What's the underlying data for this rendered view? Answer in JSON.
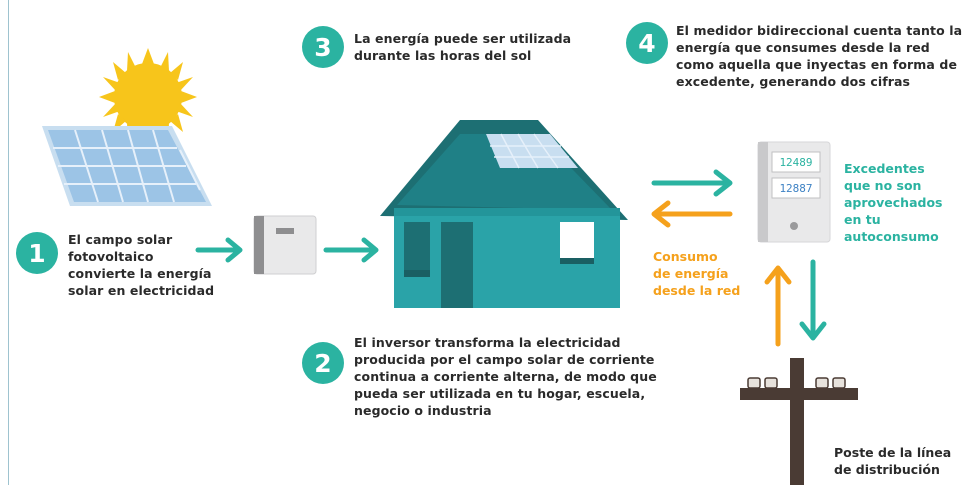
{
  "steps": [
    {
      "number": "1",
      "text": "El campo solar\nfotovoltaico\nconvierte la energía\nsolar en electricidad"
    },
    {
      "number": "2",
      "text": "El inversor transforma la electricidad\nproducida por el campo solar de corriente\ncontinua a corriente alterna, de modo que\npueda ser utilizada en tu hogar, escuela,\nnegocio o industria"
    },
    {
      "number": "3",
      "text": "La energía puede ser utilizada\ndurante las horas del sol"
    },
    {
      "number": "4",
      "text": "El medidor bidireccional cuenta tanto la\nenergía que consumes desde la red\ncomo aquella que inyectas en forma de\nexcedente, generando dos cifras"
    }
  ],
  "labels": {
    "excedentes": "Excedentes\nque no son\naprovechados\nen tu autoconsumo",
    "consumo": "Consumo\nde energía\ndesde la red",
    "poste": "Poste de la línea\nde distribución"
  },
  "meter": {
    "reading_1": "12489",
    "reading_2": "12887"
  },
  "colors": {
    "teal": "#2bb3a1",
    "orange": "#f5a11c",
    "house_roof": "#1d6f73",
    "house_wall": "#2aa3a8",
    "sun": "#f7c51b",
    "panel": "#a9cdea"
  },
  "icons": [
    "sun-icon",
    "solar-panel-icon",
    "inverter-icon",
    "house-icon",
    "meter-icon",
    "utility-pole-icon",
    "arrow-icon"
  ]
}
